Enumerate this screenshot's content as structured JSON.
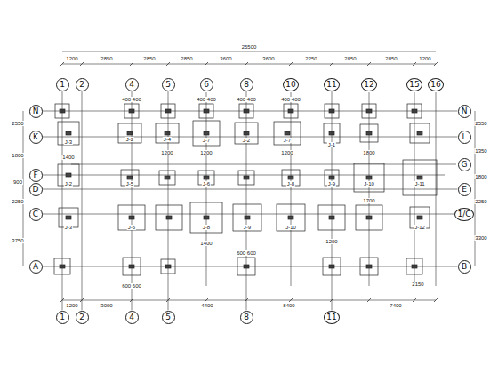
{
  "diagram": {
    "nodes": [
      {
        "text": [
          "1"
        ]
      },
      {
        "text": [
          "2"
        ]
      },
      {
        "text": [
          "4"
        ]
      },
      {
        "text": [
          "5"
        ]
      },
      {
        "text": [
          "6"
        ]
      },
      {
        "text": [
          "8"
        ]
      },
      {
        "text": [
          "10"
        ]
      },
      {
        "text": [
          "11"
        ]
      },
      {
        "text": [
          "12"
        ]
      },
      {
        "text": [
          "15"
        ]
      },
      {
        "text": [
          "16"
        ]
      },
      {
        "text": [
          "N"
        ]
      },
      {
        "text": [
          "N"
        ]
      },
      {
        "text": [
          "K"
        ]
      },
      {
        "text": [
          "L"
        ]
      },
      {
        "text": [
          "F"
        ]
      },
      {
        "text": [
          "G"
        ]
      },
      {
        "text": [
          "D"
        ]
      },
      {
        "text": [
          "E"
        ]
      },
      {
        "text": [
          "C"
        ]
      },
      {
        "text": [
          "1/C"
        ]
      },
      {
        "text": [
          "A"
        ]
      },
      {
        "text": [
          "B"
        ]
      },
      {
        "text": [
          "1"
        ]
      },
      {
        "text": [
          "2"
        ]
      },
      {
        "text": [
          "4"
        ]
      },
      {
        "text": [
          "5"
        ]
      },
      {
        "text": [
          "8"
        ]
      },
      {
        "text": [
          "11"
        ]
      }
    ],
    "edges": [
      {
        "from": 0,
        "to": 23,
        "arrow": "none"
      },
      {
        "from": 1,
        "to": 24,
        "arrow": "none"
      },
      {
        "from": 2,
        "to": 25,
        "arrow": "none"
      },
      {
        "from": 3,
        "to": 26,
        "arrow": "none"
      },
      {
        "from": 5,
        "to": 27,
        "arrow": "none"
      },
      {
        "from": 7,
        "to": 28,
        "arrow": "none"
      },
      {
        "from": 11,
        "to": 12,
        "arrow": "none"
      },
      {
        "from": 13,
        "to": 14,
        "arrow": "none"
      },
      {
        "from": 17,
        "to": 18,
        "arrow": "none"
      },
      {
        "from": 19,
        "to": 20,
        "arrow": "none"
      },
      {
        "from": 21,
        "to": 22,
        "arrow": "none"
      }
    ],
    "labels": [
      "1200",
      "2850",
      "2850",
      "2850",
      "3600",
      "3600",
      "2250",
      "2850",
      "2850",
      "1200",
      "25500",
      "1200",
      "3000",
      "4400",
      "8400",
      "7400",
      "2550",
      "1800",
      "900",
      "2250",
      "3750",
      "2550",
      "1350",
      "1800",
      "2250",
      "3300",
      "J-1",
      "J-2",
      "J-2",
      "J-3",
      "J-4",
      "J-7",
      "J-7",
      "J-2",
      "J-5",
      "J-6",
      "J-8",
      "J-9",
      "J-10",
      "J-11",
      "J-3",
      "J-6",
      "J-8",
      "J-9",
      "J-10",
      "J-12",
      "400 400",
      "400 400",
      "400 400",
      "400 400",
      "1400",
      "1200",
      "1200",
      "1200",
      "1800",
      "1700",
      "1200",
      "1400",
      "600 600",
      "600 600",
      "2150"
    ]
  }
}
